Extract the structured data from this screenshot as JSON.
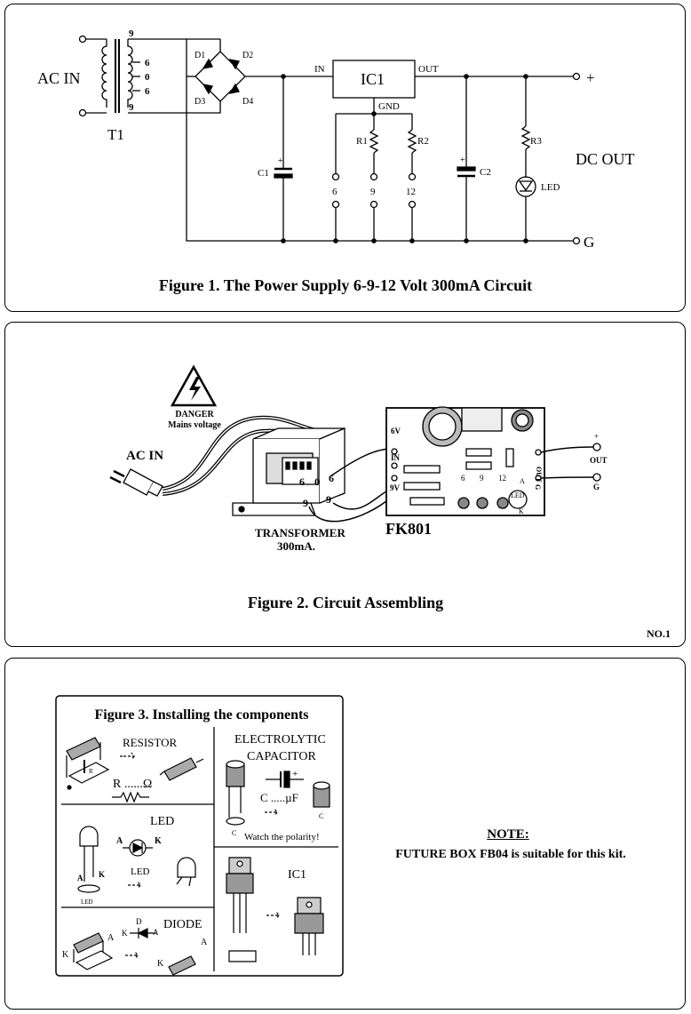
{
  "figure1": {
    "caption": "Figure 1. The Power Supply 6-9-12 Volt 300mA Circuit",
    "ac_in": "AC IN",
    "t1": "T1",
    "taps": [
      "9",
      "6",
      "0",
      "6",
      "9"
    ],
    "diodes": [
      "D1",
      "D2",
      "D3",
      "D4"
    ],
    "ic1": "IC1",
    "in": "IN",
    "out": "OUT",
    "gnd": "GND",
    "c1": "C1",
    "c2": "C2",
    "r1": "R1",
    "r2": "R2",
    "r3": "R3",
    "led": "LED",
    "jumpers": [
      "6",
      "9",
      "12"
    ],
    "dc_out": "DC OUT",
    "plus": "+",
    "ground": "G",
    "polarity": "+"
  },
  "figure2": {
    "caption": "Figure 2. Circuit Assembling",
    "danger": "DANGER",
    "mains": "Mains voltage",
    "ac_in": "AC IN",
    "transformer": "TRANSFORMER",
    "rating": "300mA.",
    "model": "FK801",
    "taps_top": [
      "6",
      "0",
      "6"
    ],
    "taps_bottom": [
      "9",
      "9"
    ],
    "board_left": [
      "6V",
      "IN",
      "9V"
    ],
    "board_jumpers": [
      "6",
      "9",
      "12"
    ],
    "board_out": "OUT",
    "board_g": "G",
    "board_led": "LED",
    "board_a": "A",
    "board_k": "K",
    "out_label": "OUT",
    "g_label": "G",
    "out_plus": "+",
    "page_no": "NO.1"
  },
  "figure3": {
    "title": "Figure 3. Installing the components",
    "resistor": "RESISTOR",
    "resistor_val": "R ......Ω",
    "capacitor_line1": "ELECTROLYTIC",
    "capacitor_line2": "CAPACITOR",
    "cap_val": "C .....µF",
    "cap_letter": "C",
    "polarity": "Watch the polarity!",
    "led": "LED",
    "led_small": "LED",
    "led_a": "A",
    "led_k": "K",
    "ic1": "IC1",
    "diode": "DIODE",
    "diode_a": "A",
    "diode_k": "K",
    "diode_d": "D",
    "r_letter": "R"
  },
  "note": {
    "heading": "NOTE:",
    "text": "FUTURE BOX FB04 is suitable for this kit."
  }
}
